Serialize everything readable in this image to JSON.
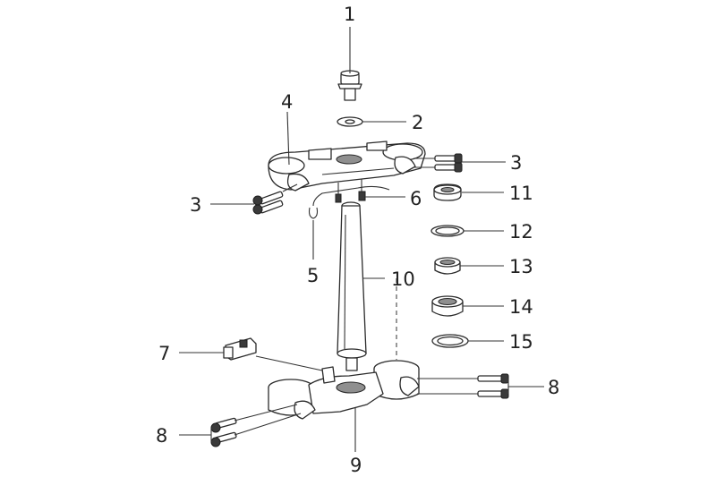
{
  "callouts": {
    "c1": "1",
    "c2": "2",
    "c3_right": "3",
    "c3_left": "3",
    "c4": "4",
    "c5": "5",
    "c6": "6",
    "c7": "7",
    "c8_right": "8",
    "c8_left": "8",
    "c9": "9",
    "c10": "10",
    "c11": "11",
    "c12": "12",
    "c13": "13",
    "c14": "14",
    "c15": "15"
  }
}
